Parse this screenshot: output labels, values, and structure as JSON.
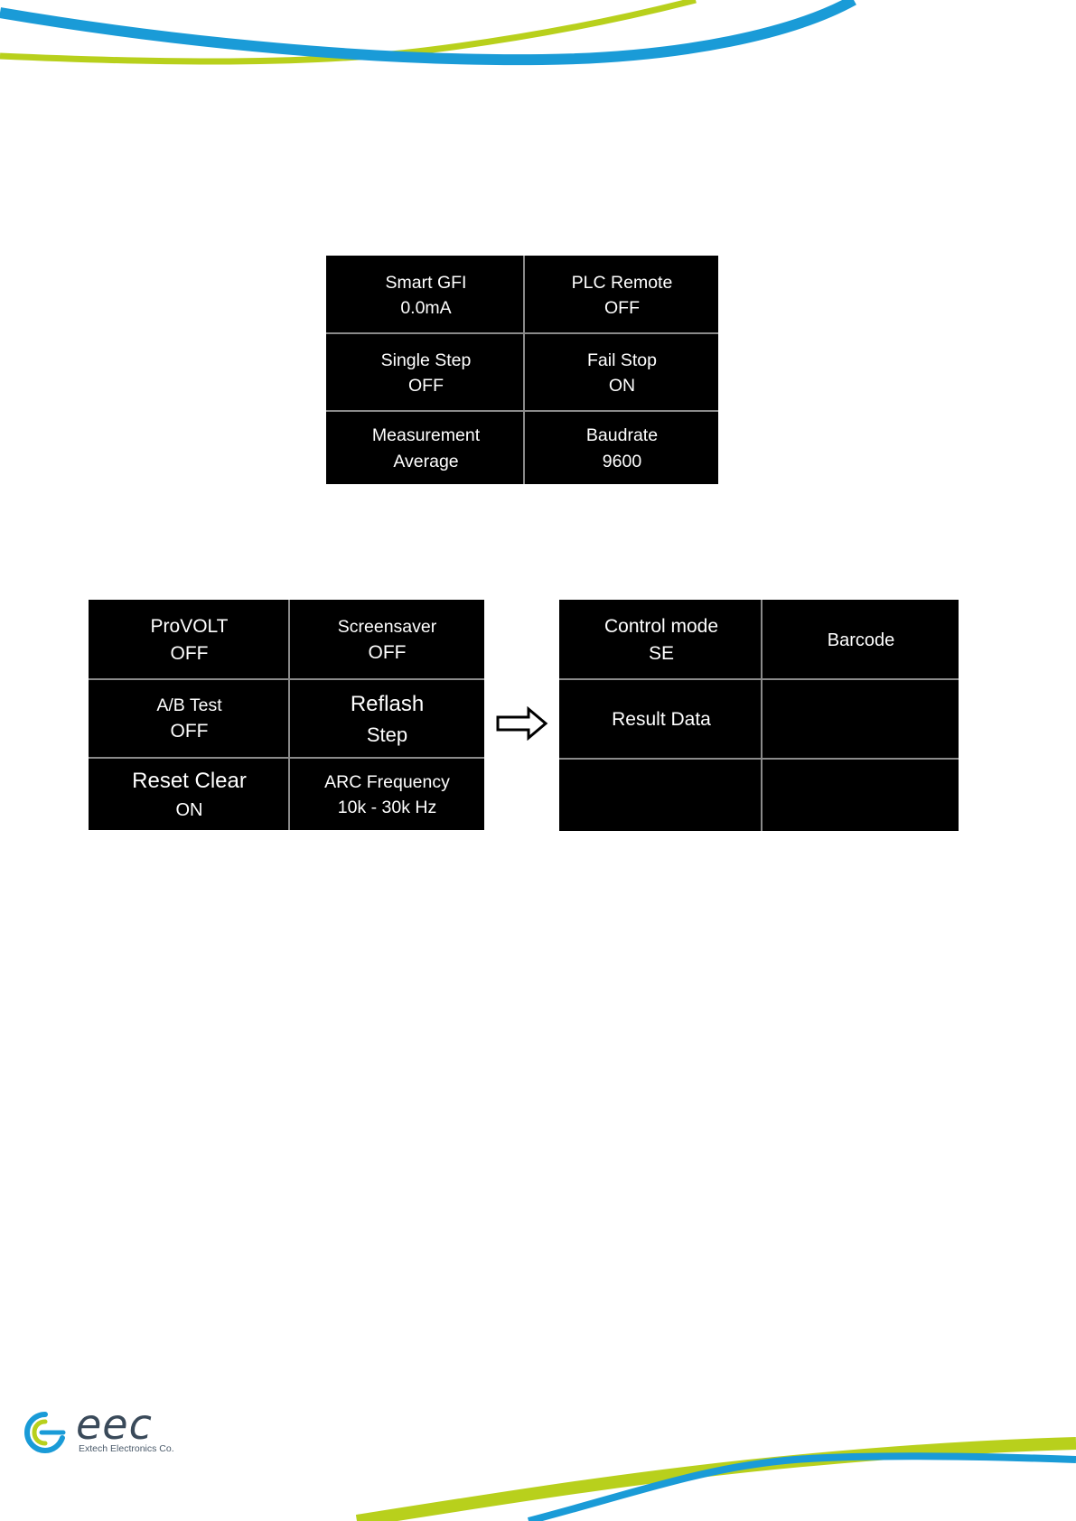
{
  "colors": {
    "blue": "#1a9bd7",
    "green": "#b8d01c",
    "panel": "#000000",
    "text": "#ffffff"
  },
  "top_grid": [
    {
      "label": "Smart GFI",
      "value": "0.0mA"
    },
    {
      "label": "PLC Remote",
      "value": "OFF"
    },
    {
      "label": "Single Step",
      "value": "OFF"
    },
    {
      "label": "Fail Stop",
      "value": "ON"
    },
    {
      "label": "Measurement",
      "value": "Average"
    },
    {
      "label": "Baudrate",
      "value": "9600"
    }
  ],
  "left_grid": [
    {
      "label": "ProVOLT",
      "value": "OFF"
    },
    {
      "label": "Screensaver",
      "value": "OFF"
    },
    {
      "label": "A/B Test",
      "value": "OFF"
    },
    {
      "label": "Reflash",
      "value": "Step"
    },
    {
      "label": "Reset Clear",
      "value": "ON"
    },
    {
      "label": "ARC Frequency",
      "value": "10k - 30k Hz"
    }
  ],
  "right_grid": [
    {
      "label": "Control mode",
      "value": "SE"
    },
    {
      "label": "Barcode",
      "value": ""
    },
    {
      "label": "Result Data",
      "value": ""
    },
    {
      "label": "",
      "value": ""
    },
    {
      "label": "",
      "value": ""
    },
    {
      "label": "",
      "value": ""
    }
  ],
  "arrow_icon": "right-arrow-icon",
  "logo": {
    "wordmark": "eec",
    "subtitle": "Extech Electronics Co."
  }
}
